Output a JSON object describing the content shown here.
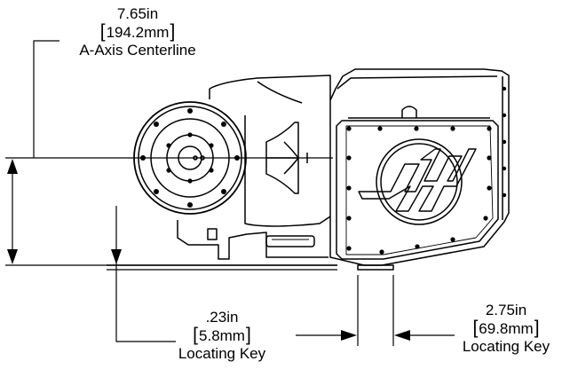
{
  "dimensions": {
    "centerline": {
      "inch": "7.65in",
      "mm": "194.2mm",
      "caption": "A-Axis Centerline"
    },
    "key_height": {
      "inch": ".23in",
      "mm": "5.8mm",
      "caption": "Locating Key"
    },
    "key_width": {
      "inch": "2.75in",
      "mm": "69.8mm",
      "caption": "Locating Key"
    }
  }
}
